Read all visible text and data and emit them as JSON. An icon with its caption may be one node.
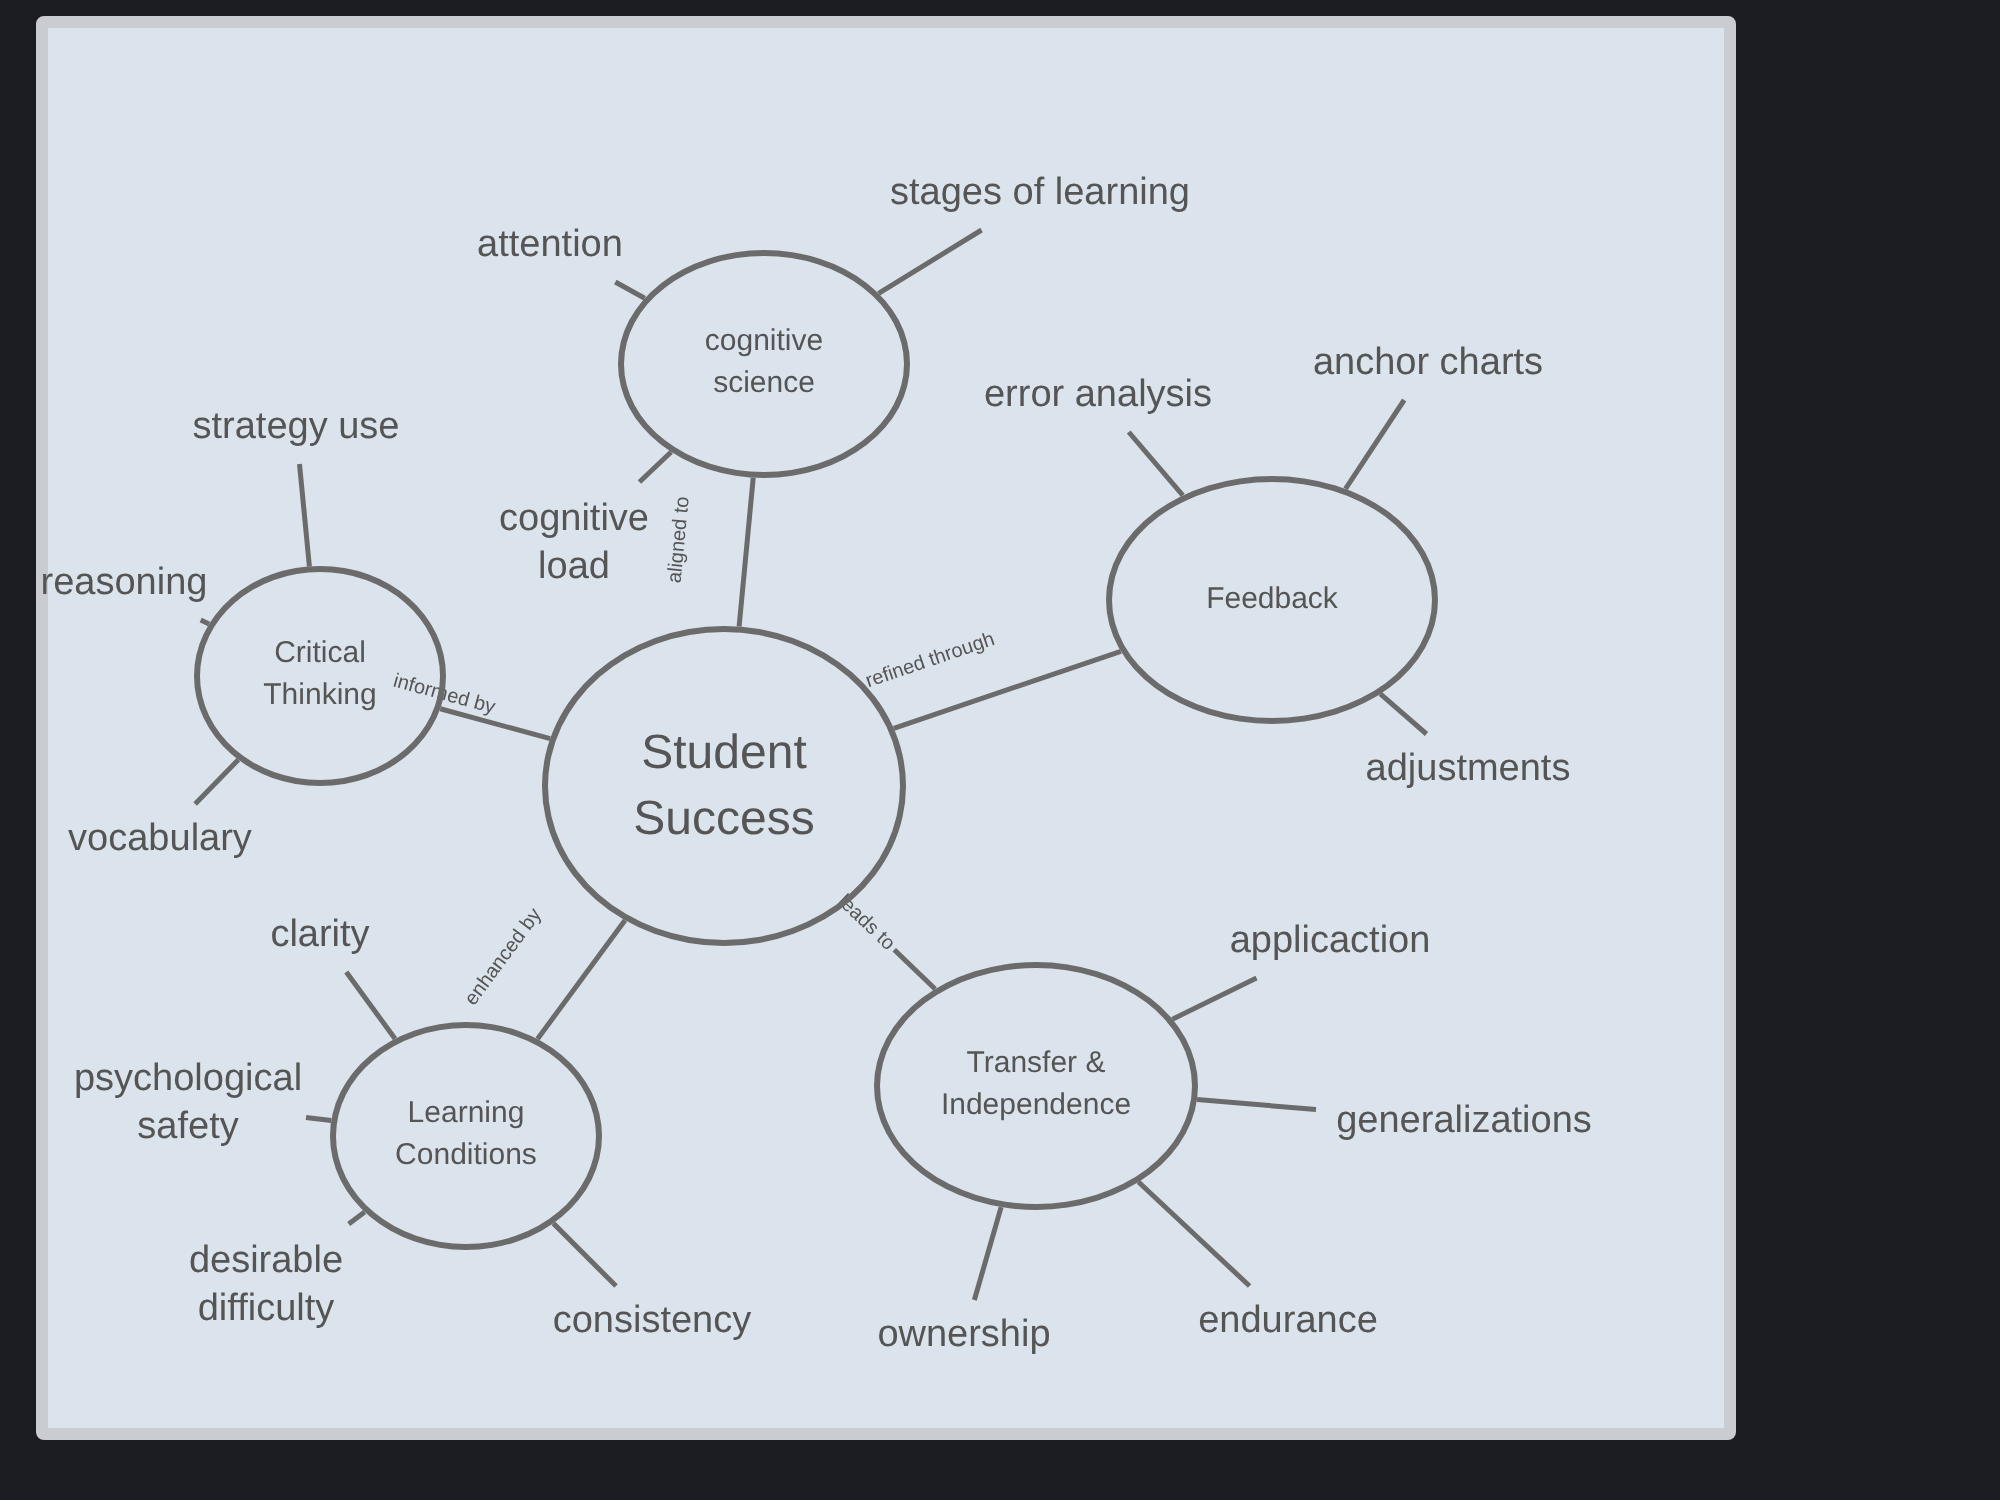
{
  "diagram": {
    "nodes": [
      {
        "text": [
          "cognitive science"
        ]
      },
      {
        "text": [
          "Feedback"
        ]
      },
      {
        "text": [
          "Critical Thinking"
        ]
      },
      {
        "text": [
          "Student Success"
        ]
      },
      {
        "text": [
          "Learning Conditions"
        ]
      },
      {
        "text": [
          "Transfer & Independence"
        ]
      },
      {
        "text": [
          "attention"
        ]
      },
      {
        "text": [
          "stages of learning"
        ]
      },
      {
        "text": [
          "cognitive load"
        ]
      },
      {
        "text": [
          "error analysis"
        ]
      },
      {
        "text": [
          "anchor charts"
        ]
      },
      {
        "text": [
          "strategy use"
        ]
      },
      {
        "text": [
          "reasoning"
        ]
      },
      {
        "text": [
          "vocabulary"
        ]
      },
      {
        "text": [
          "adjustments"
        ]
      },
      {
        "text": [
          "clarity"
        ]
      },
      {
        "text": [
          "psychological safety"
        ]
      },
      {
        "text": [
          "desirable difficulty"
        ]
      },
      {
        "text": [
          "consistency"
        ]
      },
      {
        "text": [
          "applicaction"
        ]
      },
      {
        "text": [
          "generalizations"
        ]
      },
      {
        "text": [
          "ownership"
        ]
      },
      {
        "text": [
          "endurance"
        ]
      }
    ],
    "edges": [
      {
        "from": 3,
        "to": 0,
        "arrow": "none",
        "label": "aligned to"
      },
      {
        "from": 3,
        "to": 1,
        "arrow": "none",
        "label": "refined through"
      },
      {
        "from": 3,
        "to": 2,
        "arrow": "none",
        "label": "informed by"
      },
      {
        "from": 3,
        "to": 4,
        "arrow": "none",
        "label": "enhanced by"
      },
      {
        "from": 3,
        "to": 5,
        "arrow": "none",
        "label": "leads to"
      },
      {
        "from": 0,
        "to": 6,
        "arrow": "none"
      },
      {
        "from": 0,
        "to": 7,
        "arrow": "none"
      },
      {
        "from": 0,
        "to": 8,
        "arrow": "none"
      },
      {
        "from": 1,
        "to": 9,
        "arrow": "none"
      },
      {
        "from": 1,
        "to": 10,
        "arrow": "none"
      },
      {
        "from": 1,
        "to": 14,
        "arrow": "none"
      },
      {
        "from": 2,
        "to": 11,
        "arrow": "none"
      },
      {
        "from": 2,
        "to": 12,
        "arrow": "none"
      },
      {
        "from": 2,
        "to": 13,
        "arrow": "none"
      },
      {
        "from": 4,
        "to": 15,
        "arrow": "none"
      },
      {
        "from": 4,
        "to": 16,
        "arrow": "none"
      },
      {
        "from": 4,
        "to": 17,
        "arrow": "none"
      },
      {
        "from": 4,
        "to": 18,
        "arrow": "none"
      },
      {
        "from": 5,
        "to": 19,
        "arrow": "none"
      },
      {
        "from": 5,
        "to": 20,
        "arrow": "none"
      },
      {
        "from": 5,
        "to": 21,
        "arrow": "none"
      },
      {
        "from": 5,
        "to": 22,
        "arrow": "none"
      }
    ]
  }
}
